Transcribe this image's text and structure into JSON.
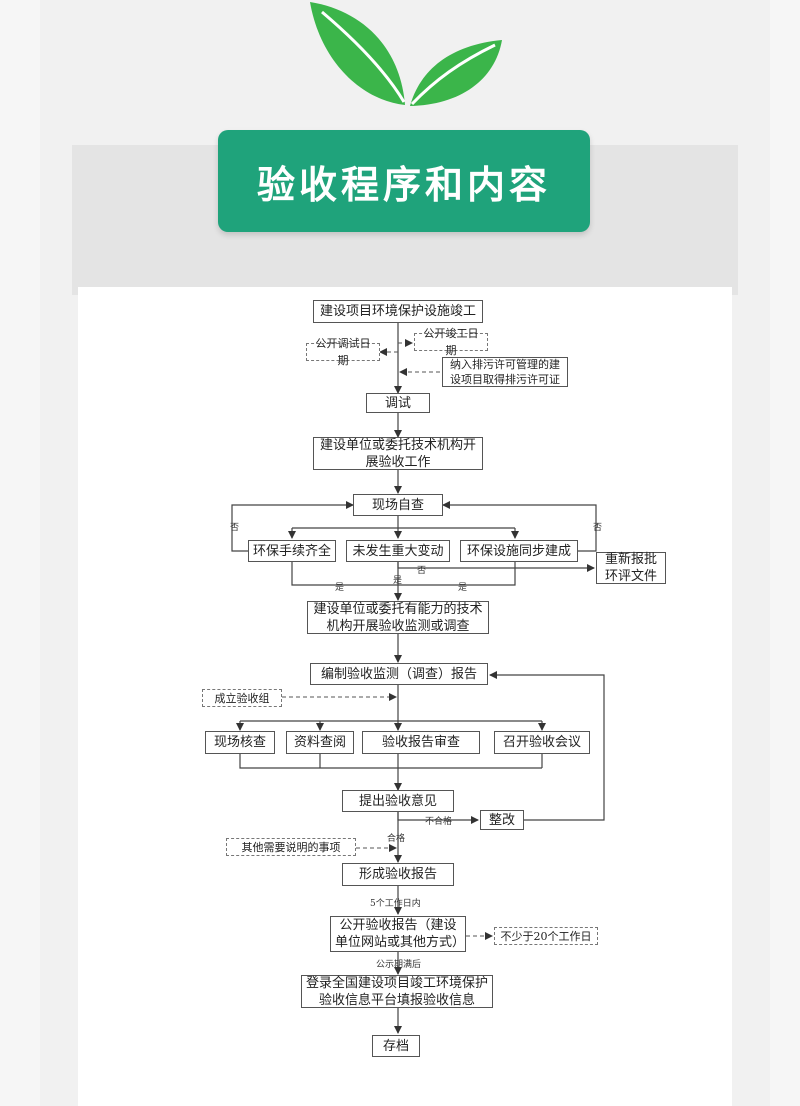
{
  "header": {
    "title": "验收程序和内容",
    "logo": "green-leaf-icon",
    "accent_color": "#1fa37b"
  },
  "nodes": {
    "n1": "建设项目环境保护设施竣工",
    "n2": "公开竣工日期",
    "n3": "公开调试日期",
    "n4": "纳入排污许可管理的建设项目取得排污许可证",
    "n5": "调试",
    "n6": "建设单位或委托技术机构开展验收工作",
    "n7": "现场自查",
    "n8": "环保手续齐全",
    "n9": "未发生重大变动",
    "n10": "环保设施同步建成",
    "n11": "重新报批环评文件",
    "n12": "建设单位或委托有能力的技术机构开展验收监测或调查",
    "n13": "编制验收监测（调查）报告",
    "n14": "成立验收组",
    "n15": "现场核查",
    "n16": "资料查阅",
    "n17": "验收报告审查",
    "n18": "召开验收会议",
    "n19": "提出验收意见",
    "n20": "整改",
    "n21": "其他需要说明的事项",
    "n22": "形成验收报告",
    "n23": "公开验收报告（建设单位网站或其他方式）",
    "n24": "不少于20个工作日",
    "n25": "登录全国建设项目竣工环境保护验收信息平台填报验收信息",
    "n26": "存档"
  },
  "labels": {
    "no_left": "否",
    "no_right": "否",
    "no_mid": "否",
    "yes_left": "是",
    "yes_mid": "是",
    "yes_right": "是",
    "fail": "不合格",
    "pass": "合格",
    "within5": "5个工作日内",
    "after_publicity": "公示期满后"
  }
}
